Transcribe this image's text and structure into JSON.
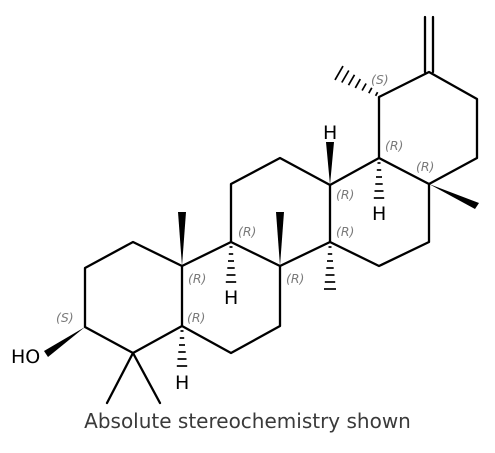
{
  "atom_labels": {
    "ho": "HO",
    "h_c13": "H",
    "h_c18": "H",
    "h_c9": "H",
    "h_c5": "H"
  },
  "stereo_labels": {
    "c3": "(S)",
    "c19": "(S)",
    "c5": "(R)",
    "c10": "(R)",
    "c9": "(R)",
    "c8": "(R)",
    "c14": "(R)",
    "c13": "(R)",
    "c18": "(R)",
    "c17": "(R)"
  },
  "caption": "Absolute stereochemistry shown"
}
